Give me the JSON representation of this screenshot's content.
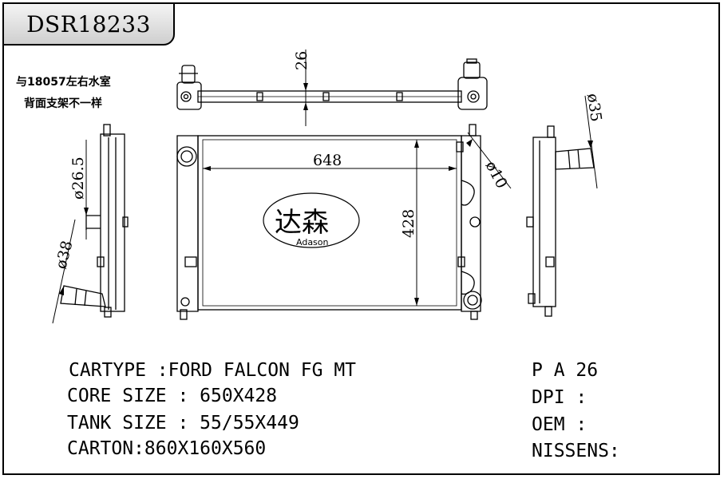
{
  "header": {
    "code": "DSR18233"
  },
  "notes": {
    "line1": "与18057左右水室",
    "line2": "背面支架不一样"
  },
  "dimensions": {
    "bracket_height": "26",
    "core_width": "648",
    "core_height": "428",
    "inlet_left_diameter": "ø26.5",
    "outlet_left_diameter": "ø38",
    "fitting_diameter": "ø10",
    "right_outlet_diameter": "ø35"
  },
  "logo": {
    "chinese": "达森",
    "english": "Adason"
  },
  "specs": {
    "cartype": "CARTYPE :FORD FALCON FG MT",
    "core_size": "CORE SIZE : 650X428",
    "tank_size": "TANK SIZE : 55/55X449",
    "carton": "CARTON:860X160X560",
    "pa": "P A 26",
    "dpi": "DPI :",
    "oem": "OEM :",
    "nissens": "NISSENS:"
  }
}
